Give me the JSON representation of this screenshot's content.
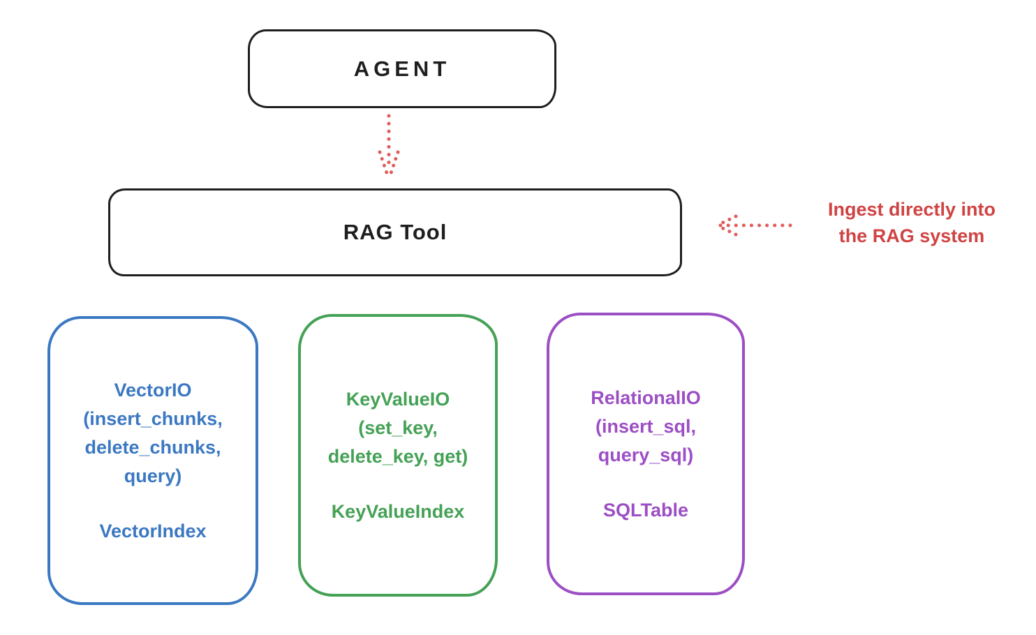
{
  "diagram": {
    "nodes": {
      "agent": {
        "label": "AGENT"
      },
      "rag_tool": {
        "label": "RAG Tool"
      },
      "vector": {
        "title": "VectorIO\n(insert_chunks,\ndelete_chunks,\nquery)",
        "index": "VectorIndex",
        "color": "#3b78c2"
      },
      "keyvalue": {
        "title": "KeyValueIO\n(set_key,\ndelete_key, get)",
        "index": "KeyValueIndex",
        "color": "#44a155"
      },
      "relational": {
        "title": "RelationalIO\n(insert_sql,\nquery_sql)",
        "index": "SQLTable",
        "color": "#9c4ec4"
      }
    },
    "annotation": {
      "text": "Ingest directly into\nthe RAG system",
      "color": "#d04343"
    },
    "colors": {
      "stroke": "#1e1e1e",
      "arrow": "#e05b5b",
      "background": "#ffffff"
    }
  }
}
